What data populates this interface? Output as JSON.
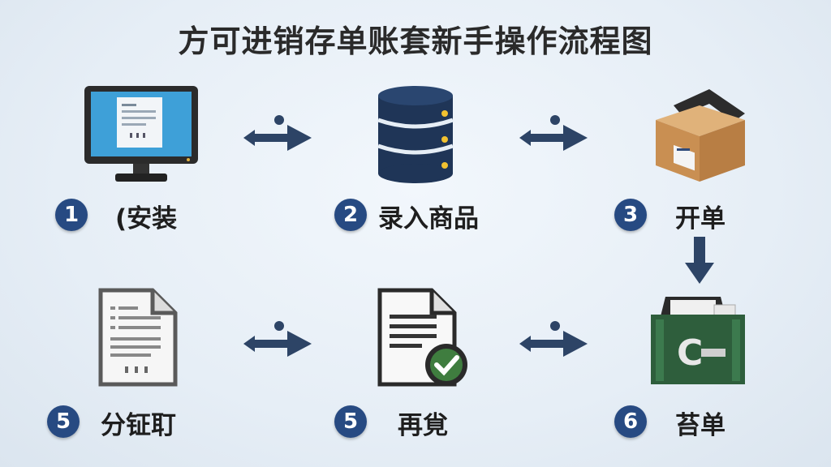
{
  "title": "方可进销存单账套新手操作流程图",
  "colors": {
    "badge": "#274a82",
    "arrow": "#2d4466",
    "database": "#1f3557",
    "box": "#c9955c",
    "scanner": "#2e5e3c"
  },
  "steps": [
    {
      "number": "1",
      "label": "(安装",
      "icon": "monitor-icon"
    },
    {
      "number": "2",
      "label": "录入商品",
      "icon": "database-icon"
    },
    {
      "number": "3",
      "label": "开单",
      "icon": "package-box-icon"
    },
    {
      "number": "5",
      "label": "分钲耵",
      "icon": "document-icon"
    },
    {
      "number": "5",
      "label": "再覍",
      "icon": "document-check-icon"
    },
    {
      "number": "6",
      "label": "苔单",
      "icon": "scanner-icon"
    }
  ]
}
